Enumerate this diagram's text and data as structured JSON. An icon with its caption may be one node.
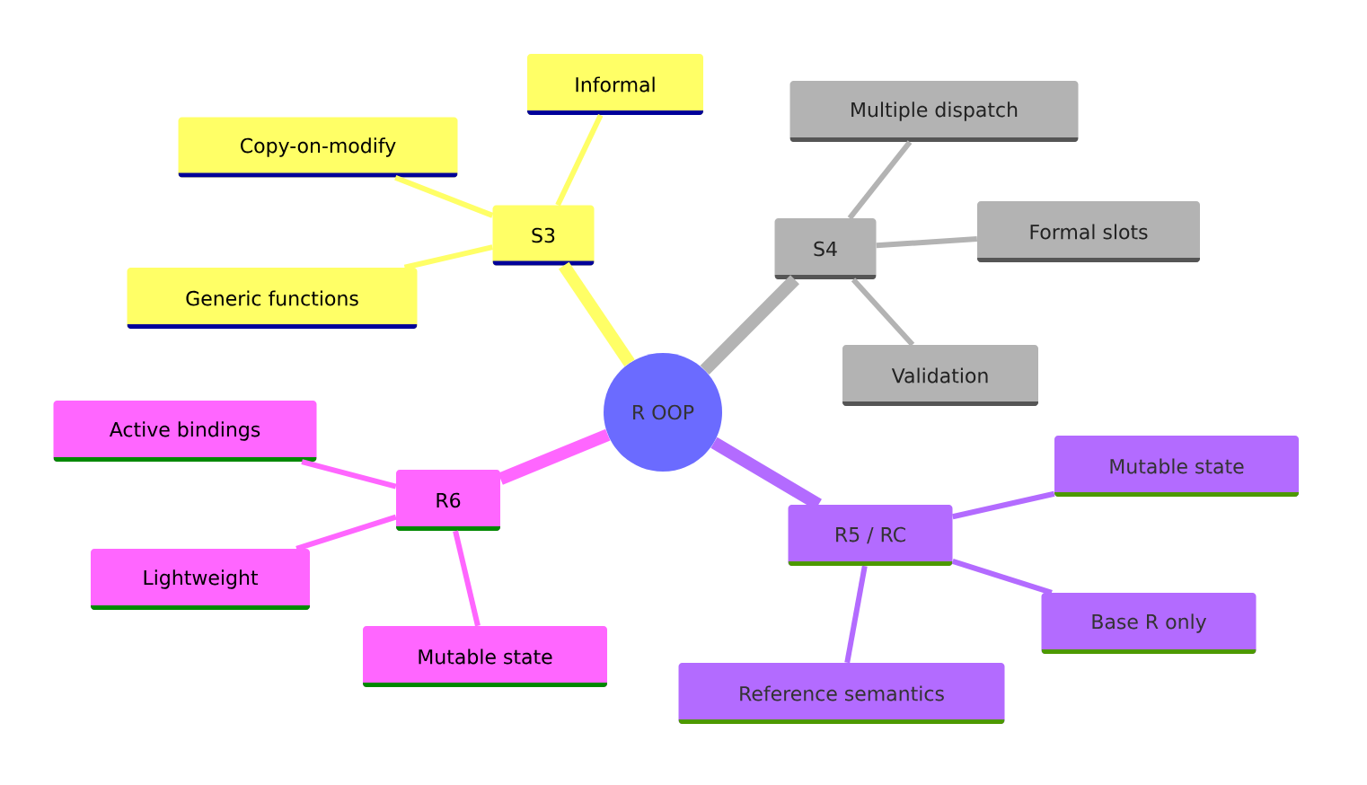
{
  "diagram": {
    "nodes": [
      {
        "text": [
          "R OOP"
        ]
      },
      {
        "text": [
          "S3"
        ]
      },
      {
        "text": [
          "Informal"
        ]
      },
      {
        "text": [
          "Copy-on-modify"
        ]
      },
      {
        "text": [
          "Generic functions"
        ]
      },
      {
        "text": [
          "S4"
        ]
      },
      {
        "text": [
          "Multiple dispatch"
        ]
      },
      {
        "text": [
          "Formal slots"
        ]
      },
      {
        "text": [
          "Validation"
        ]
      },
      {
        "text": [
          "R6"
        ]
      },
      {
        "text": [
          "Active bindings"
        ]
      },
      {
        "text": [
          "Lightweight"
        ]
      },
      {
        "text": [
          "Mutable state"
        ]
      },
      {
        "text": [
          "R5 / RC"
        ]
      },
      {
        "text": [
          "Mutable state"
        ]
      },
      {
        "text": [
          "Base R only"
        ]
      },
      {
        "text": [
          "Reference semantics"
        ]
      }
    ],
    "edges": [
      {
        "from": 0,
        "to": 1,
        "arrow": "none",
        "style": "thick",
        "color": "#ffff66"
      },
      {
        "from": 1,
        "to": 2,
        "arrow": "none",
        "color": "#ffff66"
      },
      {
        "from": 1,
        "to": 3,
        "arrow": "none",
        "color": "#ffff66"
      },
      {
        "from": 1,
        "to": 4,
        "arrow": "none",
        "color": "#ffff66"
      },
      {
        "from": 0,
        "to": 5,
        "arrow": "none",
        "style": "thick",
        "color": "#b3b3b3"
      },
      {
        "from": 5,
        "to": 6,
        "arrow": "none",
        "color": "#b3b3b3"
      },
      {
        "from": 5,
        "to": 7,
        "arrow": "none",
        "color": "#b3b3b3"
      },
      {
        "from": 5,
        "to": 8,
        "arrow": "none",
        "color": "#b3b3b3"
      },
      {
        "from": 0,
        "to": 9,
        "arrow": "none",
        "style": "thick",
        "color": "#ff66ff"
      },
      {
        "from": 9,
        "to": 10,
        "arrow": "none",
        "color": "#ff66ff"
      },
      {
        "from": 9,
        "to": 11,
        "arrow": "none",
        "color": "#ff66ff"
      },
      {
        "from": 9,
        "to": 12,
        "arrow": "none",
        "color": "#ff66ff"
      },
      {
        "from": 0,
        "to": 13,
        "arrow": "none",
        "style": "thick",
        "color": "#b36bff"
      },
      {
        "from": 13,
        "to": 14,
        "arrow": "none",
        "color": "#b36bff"
      },
      {
        "from": 13,
        "to": 15,
        "arrow": "none",
        "color": "#b36bff"
      },
      {
        "from": 13,
        "to": 16,
        "arrow": "none",
        "color": "#b36bff"
      }
    ]
  }
}
